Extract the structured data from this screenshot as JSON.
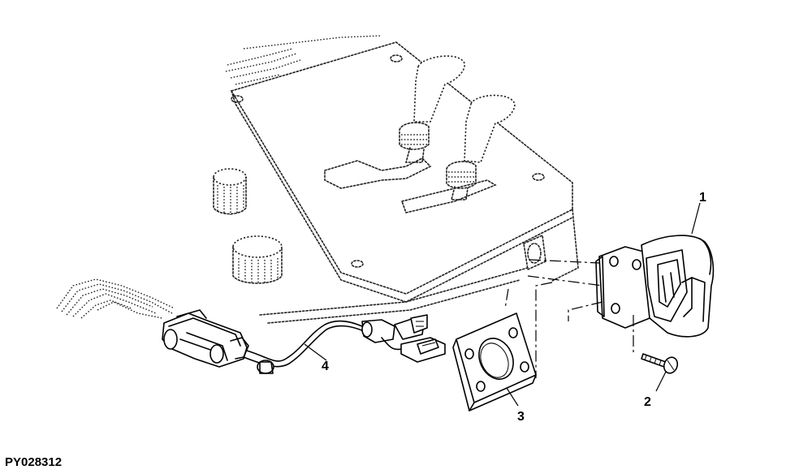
{
  "figure_id": "PY028312",
  "callouts": {
    "c1": "1",
    "c2": "2",
    "c3": "3",
    "c4": "4"
  }
}
